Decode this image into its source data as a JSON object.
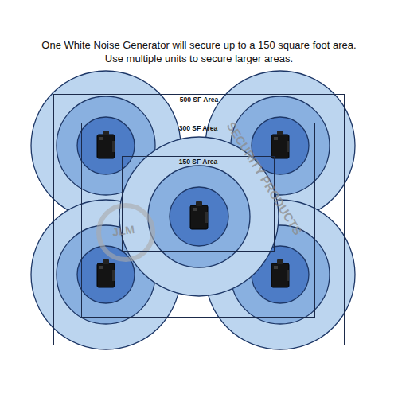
{
  "diagram": {
    "title": "One White Noise Generator will secure up to a 150 square foot area. Use multiple units to secure larger areas.",
    "nodes": [
      {
        "text": [
          "500 SF Area"
        ]
      },
      {
        "text": [
          "300 SF Area"
        ],
        "in": 0
      },
      {
        "text": [
          "150 SF Area"
        ],
        "in": 1
      }
    ],
    "labels": [
      "JLM",
      "SECURITY PRODUCTS"
    ]
  }
}
